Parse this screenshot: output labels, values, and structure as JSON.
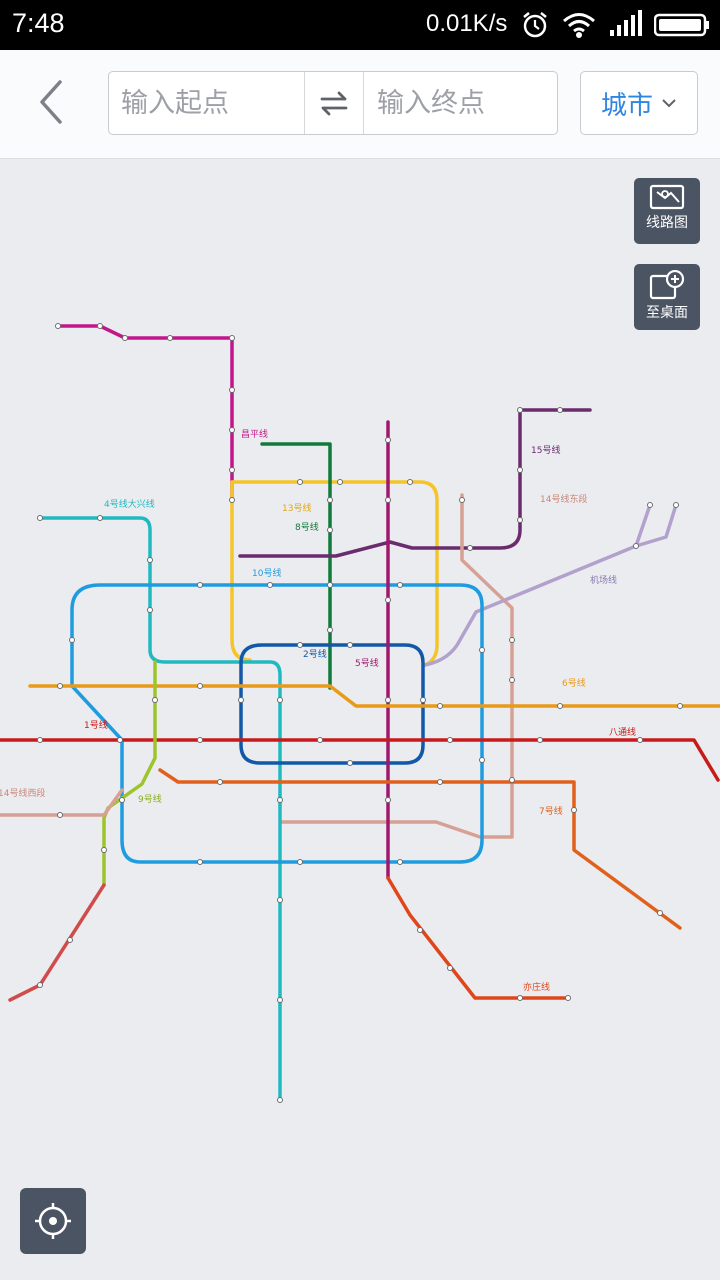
{
  "status_bar": {
    "time": "7:48",
    "network_speed": "0.01K/s"
  },
  "header": {
    "start_placeholder": "输入起点",
    "end_placeholder": "输入终点",
    "city_label": "城市"
  },
  "map_buttons": {
    "route_map_label": "线路图",
    "desktop_label": "至桌面"
  },
  "map": {
    "line_labels": {
      "changping": "昌平线",
      "l13": "13号线",
      "l8": "8号线",
      "l15": "15号线",
      "l14e": "14号线东段",
      "airport": "机场线",
      "l4": "4号线大兴线",
      "l10": "10号线",
      "l2": "2号线",
      "l5": "5号线",
      "l6": "6号线",
      "l1": "1号线",
      "batong": "八通线",
      "l9": "9号线",
      "l14w": "14号线西段",
      "l7": "7号线",
      "yizhuang": "亦庄线"
    },
    "line_colors": {
      "changping": "#c2178a",
      "l13": "#f5c32a",
      "l8": "#0f7a3c",
      "l15": "#6b2c6e",
      "l14": "#d7a094",
      "airport": "#b2a1cc",
      "l4": "#20b9c0",
      "l10": "#1f9be0",
      "l2": "#1258a8",
      "l5": "#a0186e",
      "l6": "#e89a18",
      "l1": "#c71a1a",
      "l9": "#9dc42a",
      "l7": "#e0601c",
      "yizhuang": "#e0461c",
      "fangshan": "#d04b4b"
    }
  }
}
